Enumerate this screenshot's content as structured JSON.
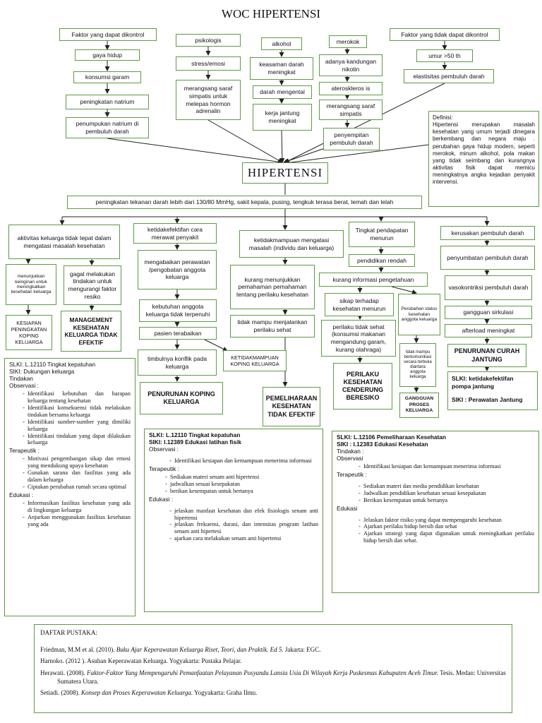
{
  "title": "WOC HIPERTENSI",
  "center": "HIPERTENSI",
  "col_controllable": [
    "Faktor yang dapat dikontrol",
    "gaya hidup",
    "konsumsi garam",
    "peningkatan natrium",
    "penumpukan natrium di pembuluh darah"
  ],
  "col_psych": [
    "psikologis",
    "stress/emosi",
    "merangsang saraf simpatis untuk melepas hormon adrenalin"
  ],
  "col_alcohol": [
    "alkohol",
    "keasaman darah meningkat",
    "darah mengental",
    "kerja jantung meningkat"
  ],
  "col_smoking": [
    "merokok",
    "adanya kandungan nikotin",
    "ateroskleros is",
    "merangsang saraf simpatis",
    "penyempitan pembuluh darah"
  ],
  "col_uncontrollable": [
    "Faktor yang tidak dapat dikontrol",
    "umur >50 th",
    "elastisitas pembuluh darah"
  ],
  "definition": "Definisi:\nHipertensi merupakan masalah kesehatan yang umum terjadi dinegara berkembang dan negara maju . perubahan gaya hidup modern, seperti merokok, minum alkohol, pola makan yang tidak seimbang dan kurangnya aktivitas fisik dapat memicu meningkatnya angka kejadian penyakit intervensi.",
  "symptoms": "peningkatan tekanan darah lebih dari 130/80 MmHg, sakit kepala, pusing, tengkuk terasa berat, lemah dan lelah",
  "branch1": {
    "head": "aktivitas keluarga tidak tepat dalam mengatasi masalah kesehatan",
    "left": "menunjukkan keinginan untuk meningkatkan kesehatan keluarga",
    "left_dx": "KESIAPAN PENINGKATAN KOPING KELUARGA",
    "right": "gagal melakukan tindakan untuk mengurangi faktor resiko",
    "right_dx": "MANAGEMENT KESEHATAN KELUARGA TIDAK EFEKTIF"
  },
  "branch2": {
    "head": "ketidakefektifan cara merawat penyakit",
    "n1": "mengabaikan perawatan /pengobatan anggota keluarga",
    "n2": "kebutuhan anggota keluarga tidak terpenuhi",
    "n3": "pasien terabaikan",
    "n4": "timbulnya konflik pada keluarga",
    "dx1": "PENURUNAN KOPING KELUARGA",
    "dx2": "KETIDAKMAMPUAN KOPING KELUARGA"
  },
  "branch3": {
    "head": "ketidakmampuan mengatasi masalah (individu dan keluarga)",
    "n1": "kurang menunjukkan pemahaman pemahaman tentang perilaku kesehatan",
    "n2": "tidak mampu menjalankan perilaku sehat",
    "dx": "PEMELIHARAAN KESEHATAN TIDAK EFEKTIF"
  },
  "branch4": {
    "head": "Tingkat pendapatan menurun",
    "n1": "pendidikan rendah",
    "n2": "kurang informasi pengetahuan",
    "n3": "sikap terhadap kesehatan menurun",
    "n4": "perilaku tidak sehat (konsumsi makanan mengandung garam, kurang olahraga)",
    "dx": "PERILAKU KESEHATAN CENDERUNG BERESIKO",
    "s1": "Perubahan status kesehatan anggota keluarga",
    "s2": "tidak mampu berkomunikasi secara terbuka diantara anggota keluarga",
    "s3": "GANGGUAN PROSES KELUARGA"
  },
  "branch5": {
    "head": "kerusakan pembuluh darah",
    "n1": "penyumbatan pembuluh darah",
    "n2": "vasokontriksi pembuluh darah",
    "n3": "gangguan sirkulasi",
    "n4": "afterload meningkat",
    "dx": "PENURUNAN CURAH JANTUNG",
    "slki": "SLKI:   ketidakefektifan pompa jantung",
    "siki": "SIKI : Perawatan Jantung"
  },
  "panel1": {
    "slki": "SLKI: L.12110 Tingkat kepatuhan",
    "siki": "SIKI: Dukungan keluarga",
    "tindakan": "Tindakan",
    "observasi": "Observasi :",
    "obs": [
      "Identifikasi kebutuhan dan harapan keluarga tentang kesehatan",
      "Identifikasi konsekuensi tidak melakukan tindakan bersama keluarga",
      "Identifikasi sumber-sumber yang dimiliki keluarga",
      "Identifikasi tindakan yang dapat dilakukan keluarga"
    ],
    "terapeutik": "Terapeutik :",
    "ter": [
      "Motivasi pengembangan sikap dan emosi yang mendukung upaya kesehatan",
      "Gunakan sarana dan fasilitas yang ada dalam keluarga",
      "Ciptakan perubahan rumah secara optimal"
    ],
    "edukasi": "Edukasi :",
    "edu": [
      "Informasikan fasilitas kesehatan yang ada di lingkungan keluarga",
      "Anjurkan menggunakan fasilitas kesehatan yang ada"
    ]
  },
  "panel2": {
    "slki": "SLKI: L.12110 Tingkat kepatuhan",
    "siki": "SIKI: I.12389 Edukasi latihan fisik",
    "observasi": "Observasi :",
    "obs": [
      "Identifikasi kesiapan dan kemampuan menerima informasi"
    ],
    "terapeutik": "Terapeutik :",
    "ter": [
      "Sediakan materi senam anti hipertensi",
      "jadwalkan sesuai kesepakatan",
      "berikan kesempatan untuk bertanya"
    ],
    "edukasi": "Edukasi :",
    "edu": [
      "jelaskan manfaat kesehatan dan efek fisiologis senam anti hipertensi",
      "jelaskan frekuensi, durasi, dan intensitas program latihan senam anti hipertesi",
      "ajarkan cara melakukan senam anti hipertensi"
    ]
  },
  "panel3": {
    "slki": "SLKI: L.12106 Pemeliharaan Kesehatan",
    "siki": "SIKI : I.12383 Edukasi Kesehatan",
    "tindakan": "Tindakan :",
    "observasi": "Observasi",
    "obs": [
      "Identifikasi kesiapan dan kemampuan menerima informasi"
    ],
    "terapeutik": "Terapeutik :",
    "ter": [
      "Sediakan materi dan media pendidikan kesehatan",
      "Jadwalkan pendidikan kesehatan sesuai kesepakatan",
      "Berikan kesempatan untuk bertanya"
    ],
    "edukasi": "Edukasi",
    "edu": [
      "Jelaskan faktor risiko yang dapat mempengaruhi kesehatan",
      "Ajarkan perilaku hidup bersih dan sehat",
      "Ajarkan strategi yang dapat digunakan untuk meningkatkan perilaku hidup bersih dan sehat."
    ]
  },
  "refs": {
    "title": "DAFTAR PUSTAKA:",
    "r1a": "Friedman, M.M et al. (2010). ",
    "r1b": "Buku Ajar Keperawatan Keluarga Riset, Teori, dan Praktik. Ed 5.",
    "r1c": " Jakarta: EGC.",
    "r2": "Harnoko. (2012 ). Asuhan Keperawatan Keluarga. Yogyakarta: Pustaka Pelajar.",
    "r3a": "Herawati. (2008). ",
    "r3b": "Faktor-Faktor Yang Mempengaruhi Pemanfaatan Pelayanan Posyandu Lansia Usia Di Wilayah Kerja Puskesmas Kabupaten Aceh Timur.",
    "r3c": " Tesis. Medan: Universitas Sumatera Utara.",
    "r4a": "Setiadi. (2008). ",
    "r4b": "Konsep dan Proses Keperawatan Keluarga.",
    "r4c": " Yogyakarta: Graha Ilmu."
  }
}
